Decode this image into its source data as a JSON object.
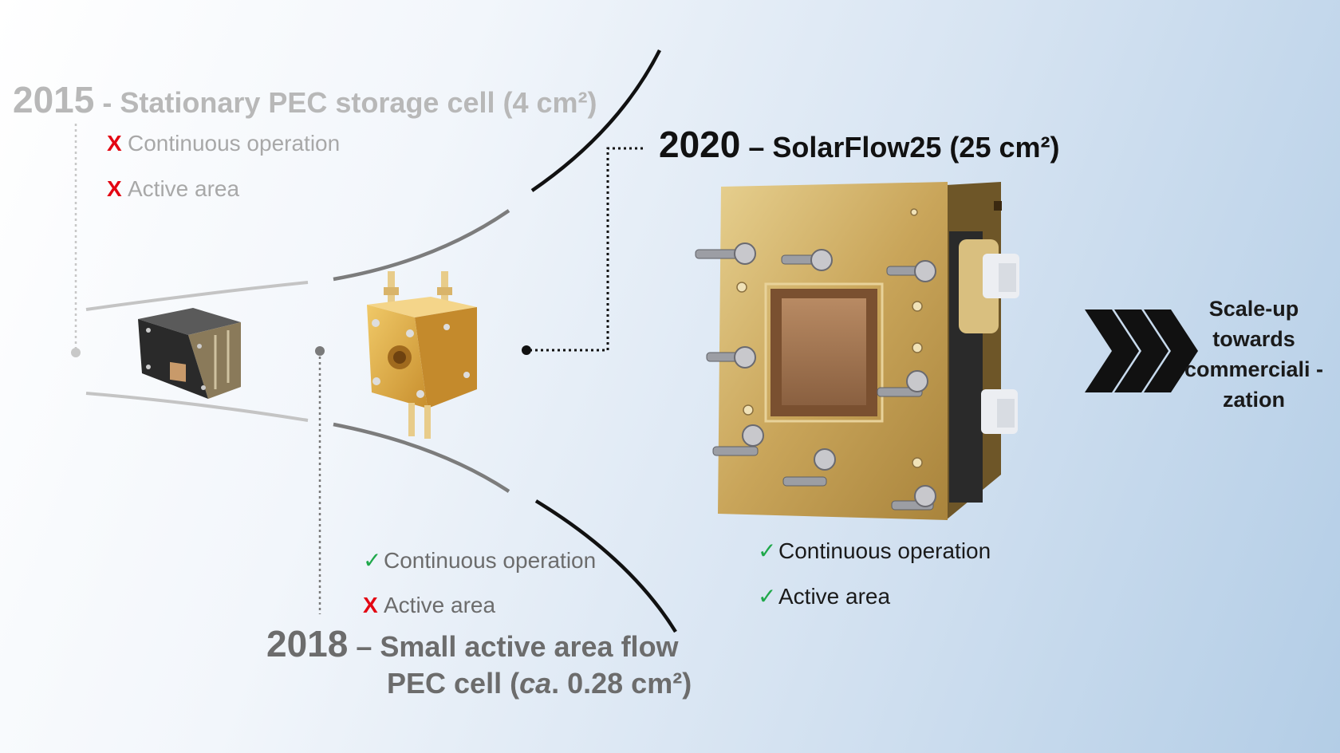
{
  "stages": [
    {
      "year": "2015",
      "title": " - Stationary PEC storage cell (4 cm²)",
      "features": [
        {
          "mark": "no",
          "label": "Continuous operation"
        },
        {
          "mark": "no",
          "label": "Active area"
        }
      ]
    },
    {
      "year": "2018",
      "title_line1": " – Small active area flow",
      "title_line2_prefix": "PEC cell (",
      "title_line2_italic": "ca",
      "title_line2_suffix": ". 0.28 cm²)",
      "features": [
        {
          "mark": "yes",
          "label": "Continuous operation"
        },
        {
          "mark": "no",
          "label": "Active area"
        }
      ]
    },
    {
      "year": "2020",
      "title": " – SolarFlow25 (25 cm²)",
      "features": [
        {
          "mark": "yes",
          "label": "Continuous operation"
        },
        {
          "mark": "yes",
          "label": "Active area"
        }
      ]
    }
  ],
  "marks": {
    "no": "X",
    "yes": "✓"
  },
  "scale_up": [
    "Scale-up",
    "towards",
    "commerciali -",
    "zation"
  ],
  "colors": {
    "cross": "#e30613",
    "check": "#1fa84a",
    "stage_2015": "#b8b8b8",
    "stage_2018": "#6c6c6c",
    "stage_2020": "#111111",
    "brass": "#c9a55a"
  },
  "icons": [
    "pec-storage-cell-image",
    "small-flow-cell-image",
    "solarflow25-cell-image",
    "chevron-arrows-icon"
  ]
}
